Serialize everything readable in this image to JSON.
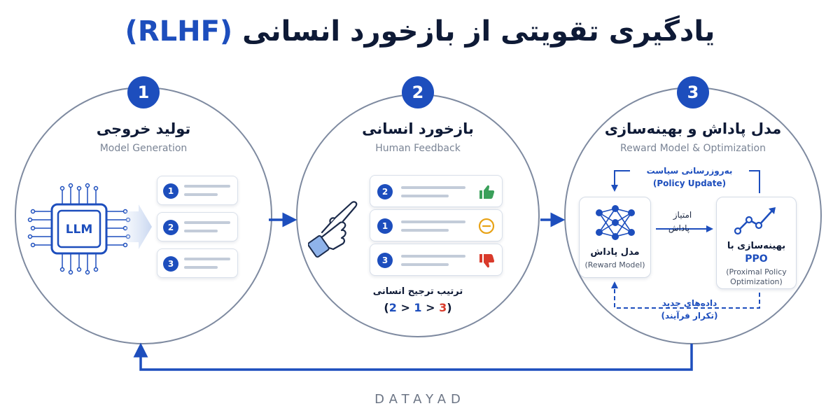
{
  "title": {
    "main": "یادگیری تقویتی از بازخورد انسانی",
    "acronym": "(RLHF)"
  },
  "stages": [
    {
      "number": "1",
      "title": "تولید خروجی",
      "subtitle": "Model Generation"
    },
    {
      "number": "2",
      "title": "بازخورد انسانی",
      "subtitle": "Human Feedback"
    },
    {
      "number": "3",
      "title": "مدل پاداش و بهینه‌سازی",
      "subtitle": "Reward Model & Optimization"
    }
  ],
  "llm": {
    "label": "LLM"
  },
  "generation_outputs": [
    "1",
    "2",
    "3"
  ],
  "feedback_items": [
    {
      "rank": "2",
      "icon": "thumbs-up-icon",
      "color": "#3aa05a"
    },
    {
      "rank": "1",
      "icon": "neutral-icon",
      "color": "#e8a317"
    },
    {
      "rank": "3",
      "icon": "thumbs-down-icon",
      "color": "#d93a2b"
    }
  ],
  "ranking": {
    "label": "ترتیب ترجیح انسانی",
    "open": "(",
    "first": "2",
    "second": "1",
    "third": "3",
    "sep": ">",
    "close": ")"
  },
  "reward_model": {
    "label_fa": "مدل پاداش",
    "label_en": "(Reward Model)"
  },
  "ppo": {
    "label_fa": "بهینه‌سازی با",
    "label_strong": "PPO",
    "label_en_1": "(Proximal Policy",
    "label_en_2": "Optimization)"
  },
  "score_arrow": {
    "line1": "امتیاز",
    "line2": "پاداش"
  },
  "policy_update": {
    "fa": "به‌روزرسانی سیاست",
    "en": "(Policy Update)"
  },
  "new_data": {
    "fa": "داده‌های جدید",
    "fa2": "(تکرار فرآیند)"
  },
  "brand": "DATAYAD",
  "colors": {
    "accent": "#1d4ebd",
    "circle": "#7e8aa0",
    "red": "#d93a2b"
  }
}
